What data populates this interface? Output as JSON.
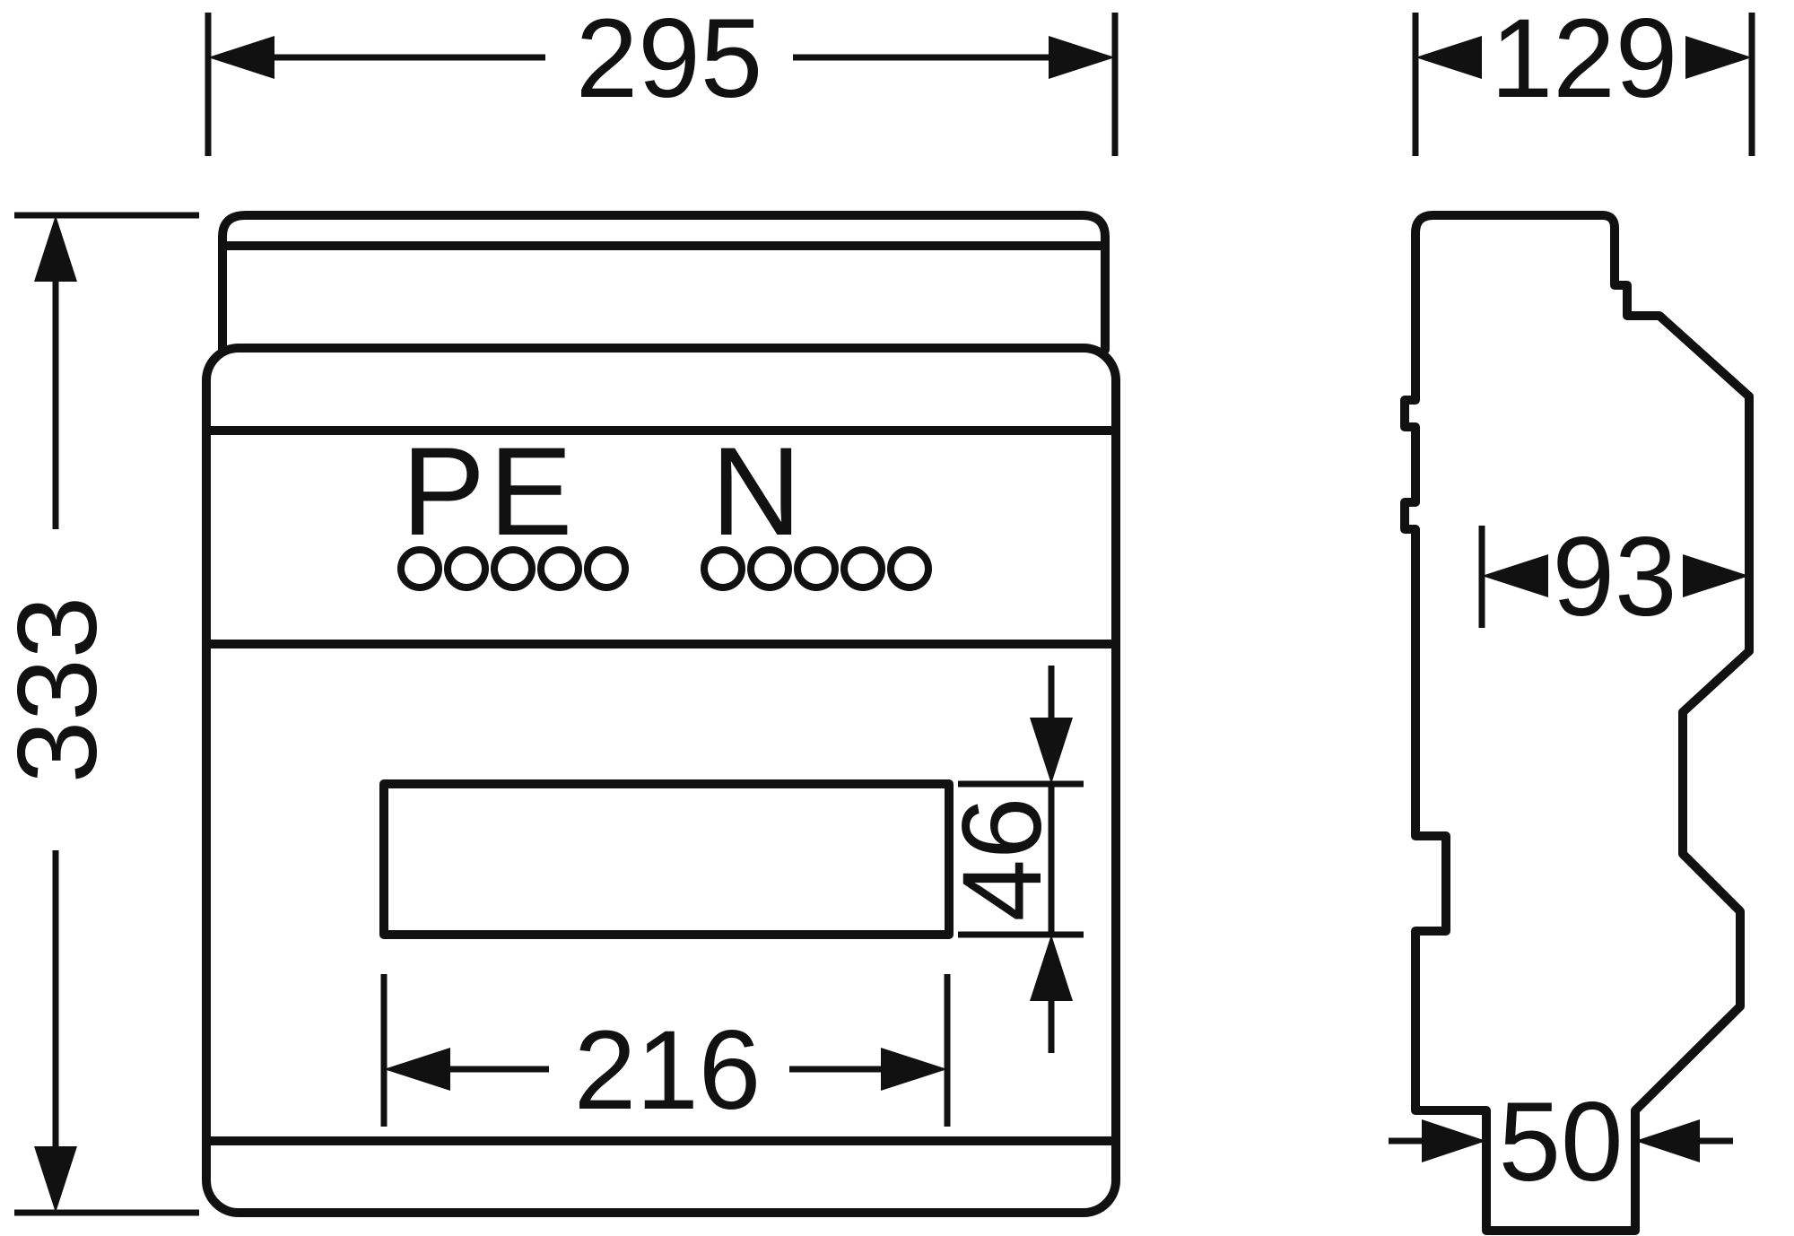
{
  "drawing": {
    "type": "technical-dimension-drawing",
    "views": {
      "front": {
        "labels": {
          "pe": "PE",
          "n": "N"
        },
        "pe_hole_count": 5,
        "n_hole_count": 5,
        "dims": {
          "overall_width": "295",
          "overall_height": "333",
          "cutout_width": "216",
          "cutout_height": "46"
        }
      },
      "side": {
        "dims": {
          "overall_depth": "129",
          "upper_depth": "93",
          "base_depth": "50"
        }
      }
    },
    "colors": {
      "ink": "#111111",
      "paper": "#ffffff"
    }
  }
}
